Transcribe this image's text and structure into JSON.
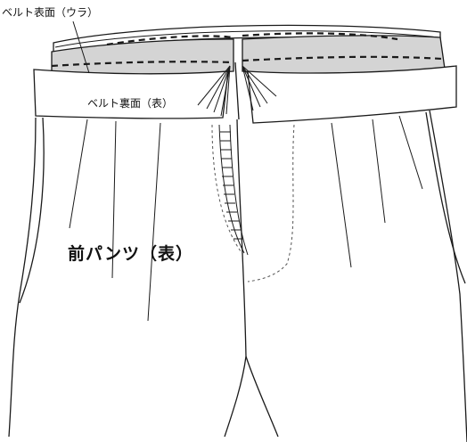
{
  "labels": {
    "belt_outer_surface": "ベルト表面（ウラ）",
    "belt_inner_surface": "ベルト裏面（表）",
    "front_pants": "前パンツ（表）"
  }
}
